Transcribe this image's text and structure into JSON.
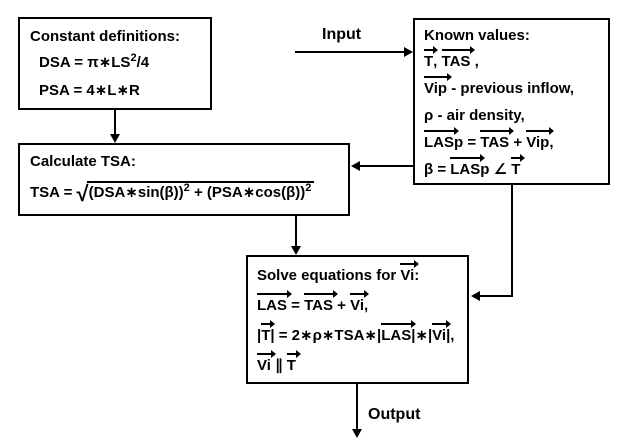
{
  "page": {
    "background": "#ffffff",
    "line_color": "#000000",
    "text_color": "#000000"
  },
  "labels": {
    "input": "Input",
    "output": "Output"
  },
  "boxes": {
    "constants": {
      "title": "Constant definitions:",
      "lines": [
        [
          {
            "k": "t",
            "v": "DSA = π∗LS"
          },
          {
            "k": "sup",
            "v": "2"
          },
          {
            "k": "t",
            "v": "/4"
          }
        ],
        [
          {
            "k": "t",
            "v": "PSA = 4∗L∗R"
          }
        ]
      ]
    },
    "known": {
      "title": "Known values:",
      "lines": [
        [
          {
            "k": "vec",
            "v": "T"
          },
          {
            "k": "t",
            "v": ", "
          },
          {
            "k": "vec",
            "v": "TAS"
          },
          {
            "k": "t",
            "v": " ,"
          }
        ],
        [
          {
            "k": "vec",
            "v": "Vip"
          },
          {
            "k": "t",
            "v": " - previous inflow,"
          }
        ],
        [
          {
            "k": "t",
            "v": "ρ - air density,"
          }
        ],
        [
          {
            "k": "vec",
            "v": "LAS"
          },
          {
            "k": "t",
            "v": "p = "
          },
          {
            "k": "vec",
            "v": "TAS"
          },
          {
            "k": "t",
            "v": " + "
          },
          {
            "k": "vec",
            "v": "Vip"
          },
          {
            "k": "t",
            "v": ","
          }
        ],
        [
          {
            "k": "t",
            "v": "β = "
          },
          {
            "k": "vec",
            "v": "LAS"
          },
          {
            "k": "t",
            "v": "p ∠ "
          },
          {
            "k": "vec",
            "v": "T"
          }
        ]
      ]
    },
    "calculate": {
      "title": "Calculate TSA:",
      "lines": [
        [
          {
            "k": "t",
            "v": "TSA = "
          },
          {
            "k": "sqrt",
            "v": [
              {
                "k": "t",
                "v": "(DSA∗sin(β))"
              },
              {
                "k": "sup",
                "v": "2"
              },
              {
                "k": "t",
                "v": " + (PSA∗cos(β))"
              },
              {
                "k": "sup",
                "v": "2"
              }
            ]
          }
        ]
      ]
    },
    "solve": {
      "title": [
        {
          "k": "t",
          "v": "Solve equations for "
        },
        {
          "k": "vec",
          "v": "Vi"
        },
        {
          "k": "t",
          "v": ":"
        }
      ],
      "lines": [
        [
          {
            "k": "vec",
            "v": "LAS"
          },
          {
            "k": "t",
            "v": " = "
          },
          {
            "k": "vec",
            "v": "TAS"
          },
          {
            "k": "t",
            "v": " + "
          },
          {
            "k": "vec",
            "v": "Vi"
          },
          {
            "k": "t",
            "v": ","
          }
        ],
        [
          {
            "k": "t",
            "v": "|"
          },
          {
            "k": "vec",
            "v": "T"
          },
          {
            "k": "t",
            "v": "| = 2∗ρ∗TSA∗|"
          },
          {
            "k": "vec",
            "v": "LAS"
          },
          {
            "k": "t",
            "v": "|∗|"
          },
          {
            "k": "vec",
            "v": "Vi"
          },
          {
            "k": "t",
            "v": "|,"
          }
        ],
        [
          {
            "k": "vec",
            "v": "Vi"
          },
          {
            "k": "t",
            "v": " ∥ "
          },
          {
            "k": "vec",
            "v": "T"
          }
        ]
      ]
    }
  }
}
